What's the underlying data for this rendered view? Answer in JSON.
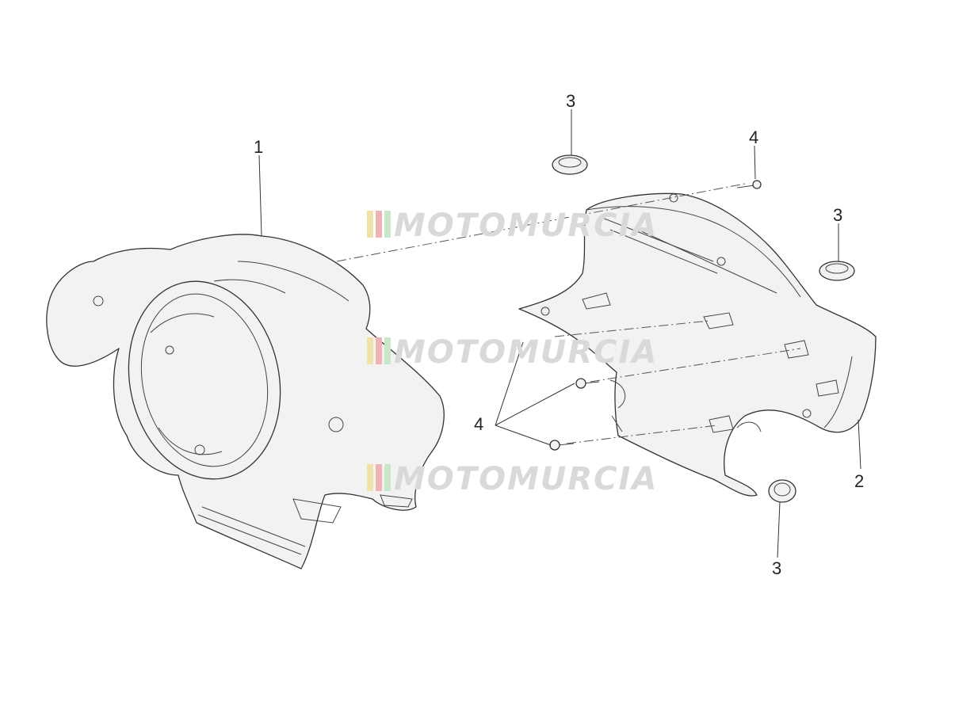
{
  "watermark": {
    "text": "MOTOMURCIA",
    "colors": {
      "stripe_yellow": "#f1e3a8",
      "stripe_red": "#f0b3b3",
      "stripe_green": "#c8e6c8",
      "text": "#d9d9d9"
    }
  },
  "callouts": {
    "part_1": "1",
    "part_2": "2",
    "part_3_top": "3",
    "part_3_right": "3",
    "part_3_bottom": "3",
    "part_4_top": "4",
    "part_4_left": "4"
  }
}
